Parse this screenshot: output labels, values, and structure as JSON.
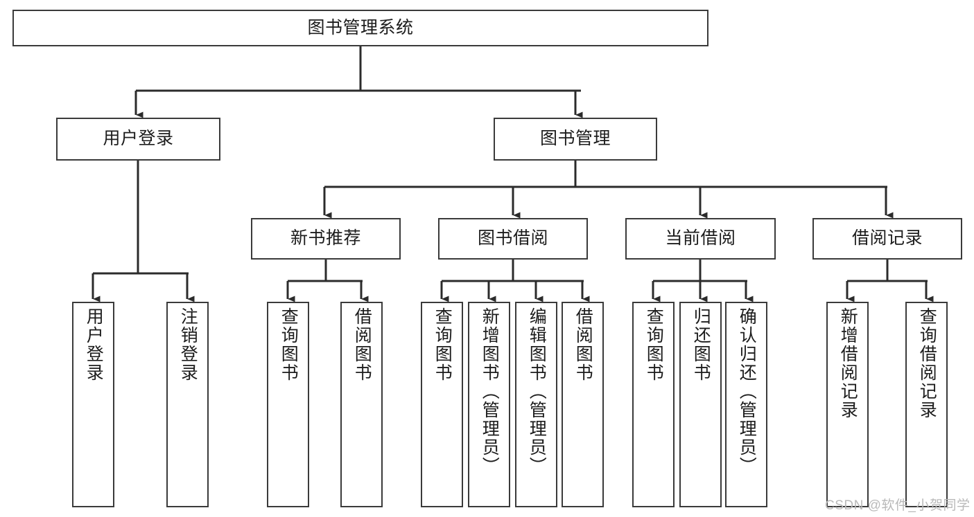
{
  "diagram": {
    "title": "图书管理系统",
    "type": "tree-hierarchy",
    "watermark": "CSDN @软件_小贺同学",
    "colors": {
      "box_border": "#3a3a3a",
      "box_fill": "#ffffff",
      "edge": "#2b2b2b",
      "text": "#1c1c1c",
      "watermark": "#b9b9b9",
      "background": "#ffffff"
    },
    "nodes": {
      "root": {
        "label": "图书管理系统"
      },
      "level2": [
        {
          "id": "user-login",
          "label": "用户登录"
        },
        {
          "id": "book-manage",
          "label": "图书管理"
        }
      ],
      "level3": [
        {
          "id": "new-book-recommend",
          "label": "新书推荐"
        },
        {
          "id": "book-borrow",
          "label": "图书借阅"
        },
        {
          "id": "current-borrow",
          "label": "当前借阅"
        },
        {
          "id": "borrow-record",
          "label": "借阅记录"
        }
      ],
      "leaves": {
        "user-login": [
          {
            "id": "leaf-user-login",
            "label": "用户登录"
          },
          {
            "id": "leaf-user-logout",
            "label": "注销登录"
          }
        ],
        "new-book-recommend": [
          {
            "id": "leaf-query-book-1",
            "label": "查询图书"
          },
          {
            "id": "leaf-borrow-book-1",
            "label": "借阅图书"
          }
        ],
        "book-borrow": [
          {
            "id": "leaf-query-book-2",
            "label": "查询图书"
          },
          {
            "id": "leaf-add-book",
            "label": "新增图书（管理员）"
          },
          {
            "id": "leaf-edit-book",
            "label": "编辑图书（管理员）"
          },
          {
            "id": "leaf-borrow-book-2",
            "label": "借阅图书"
          }
        ],
        "current-borrow": [
          {
            "id": "leaf-query-book-3",
            "label": "查询图书"
          },
          {
            "id": "leaf-return-book",
            "label": "归还图书"
          },
          {
            "id": "leaf-confirm-return",
            "label": "确认归还（管理员）"
          }
        ],
        "borrow-record": [
          {
            "id": "leaf-add-record",
            "label": "新增借阅记录"
          },
          {
            "id": "leaf-query-record",
            "label": "查询借阅记录"
          }
        ]
      }
    }
  }
}
